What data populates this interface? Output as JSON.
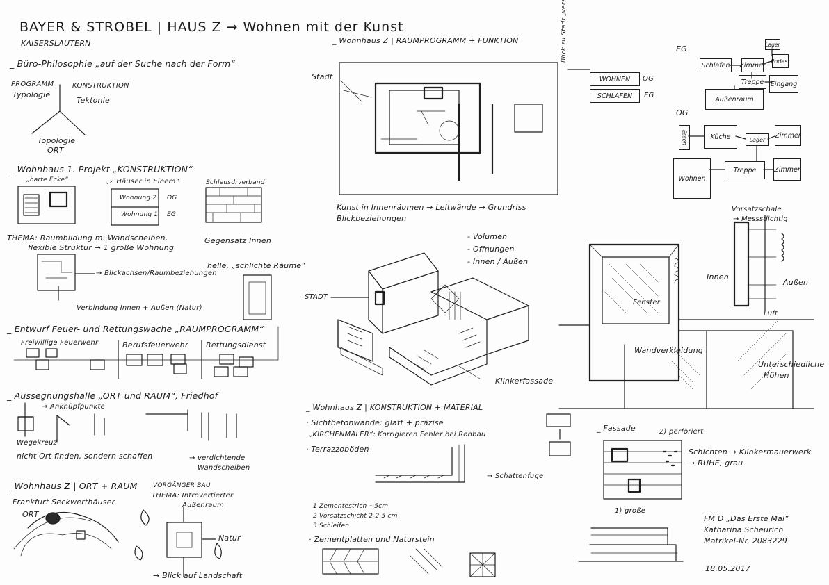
{
  "header": {
    "title": "BAYER & STROBEL | HAUS Z → Wohnen mit der Kunst",
    "city": "KAISERSLAUTERN"
  },
  "philosophy": {
    "heading": "_ Büro-Philosophie „auf der Suche nach der Form“",
    "programm": "PROGRAMM",
    "typologie": "Typologie",
    "konstruktion": "KONSTRUKTION",
    "tektonie": "Tektonie",
    "topologie": "Topologie",
    "ort": "ORT"
  },
  "project1": {
    "heading": "_ Wohnhaus 1. Projekt „KONSTRUKTION“",
    "harte_ecke": "„harte Ecke“",
    "zwei_haeuser": "„2 Häuser in Einem“",
    "schleusen": "Schleusdrverband",
    "wohnung2": "Wohnung 2",
    "wohnung1": "Wohnung 1",
    "og": "OG",
    "eg": "EG",
    "thema": "THEMA: Raumbildung m. Wandscheiben,",
    "thema2": "flexible Struktur → 1 große Wohnung",
    "gegensatz": "Gegensatz Innen",
    "helle": "helle, „schlichte Räume“",
    "blick": "→ Blickachsen/Raumbeziehungen",
    "verbindung": "Verbindung Innen + Außen (Natur)"
  },
  "entwurf": {
    "heading": "_ Entwurf Feuer- und Rettungswache „RAUMPROGRAMM“",
    "col1": "Freiwillige Feuerwehr",
    "col2": "Berufsfeuerwehr",
    "col3": "Rettungsdienst"
  },
  "aussegnung": {
    "heading": "_ Aussegnungshalle „ORT und RAUM“, Friedhof",
    "anknuepf": "→ Anknüpfpunkte",
    "wegekreuz": "Wegekreuz",
    "nicht_ort": "nicht Ort finden, sondern schaffen",
    "verdichtende": "→ verdichtende",
    "wandscheiben": "Wandscheiben"
  },
  "ort_raum": {
    "heading": "_ Wohnhaus Z | ORT + RAUM",
    "frankfurt": "Frankfurt Seckwerthäuser",
    "ort": "ORT",
    "vorgaenger": "VORGÄNGER BAU",
    "thema": "THEMA: Introvertierter",
    "aussenraum": "Außenraum",
    "natur": "Natur",
    "blick_landschaft": "→ Blick auf Landschaft"
  },
  "raumprogramm": {
    "heading": "_ Wohnhaus Z | RAUMPROGRAMM + FUNKTION",
    "stadt": "Stadt",
    "blick_stadt": "Blick zu Stadt „versteckt“",
    "wohnen": "WOHNEN",
    "schlafen": "SCHLAFEN",
    "og": "OG",
    "eg": "EG",
    "kunst": "Kunst in Innenräumen → Leitwände → Grundriss",
    "blickbez": "Blickbeziehungen"
  },
  "eg_diagram": {
    "label": "EG",
    "schlafen": "Schlafen",
    "zimmer": "Zimmer",
    "lager": "Lager",
    "podest": "Podest",
    "treppe": "Treppe",
    "eingang": "Eingang",
    "aussenraum": "Außenraum"
  },
  "og_diagram": {
    "label": "OG",
    "essen": "Essen",
    "kueche": "Küche",
    "lager": "Lager",
    "zimmer1": "Zimmer",
    "wohnen": "Wohnen",
    "treppe": "Treppe",
    "zimmer2": "Zimmer"
  },
  "axo": {
    "volumen": "- Volumen",
    "oeffnungen": "- Öffnungen",
    "innen_aussen": "- Innen / Außen",
    "stadt": "STADT",
    "klinker": "Klinkerfassade"
  },
  "section": {
    "vorsatzschale": "Vorsatzschale",
    "messsdichtig": "→ Messsdichtig",
    "innen": "Innen",
    "aussen": "Außen",
    "luft": "Luft",
    "fenster": "Fenster",
    "wandverkleidung": "Wandverkleidung",
    "unterschiedliche": "Unterschiedliche",
    "hoehen": "Höhen"
  },
  "konstruktion": {
    "heading": "_ Wohnhaus Z | KONSTRUKTION + MATERIAL",
    "sichtbeton": "· Sichtbetonwände: glatt + präzise",
    "kirchenmaler": "„KIRCHENMALER“: Korrigieren Fehler bei Rohbau",
    "terrazzo": "· Terrazzoböden",
    "schattenfuge": "→ Schattenfuge",
    "layer1": "1 Zementestrich ~5cm",
    "layer2": "2 Vorsatzschicht 2-2,5 cm",
    "layer3": "3 Schleifen",
    "zementplatten": "· Zementplatten und Naturstein"
  },
  "fassade": {
    "heading": "_ Fassade",
    "perforiert": "2) perforiert",
    "schichten": "Schichten → Klinkermauerwerk",
    "ruhe": "→ RUHE, grau",
    "grosse": "1) große"
  },
  "signature": {
    "course": "FM D „Das Erste Mal“",
    "name": "Katharina Scheurich",
    "matrikel": "Matrikel-Nr. 2083229",
    "date": "18.05.2017"
  }
}
